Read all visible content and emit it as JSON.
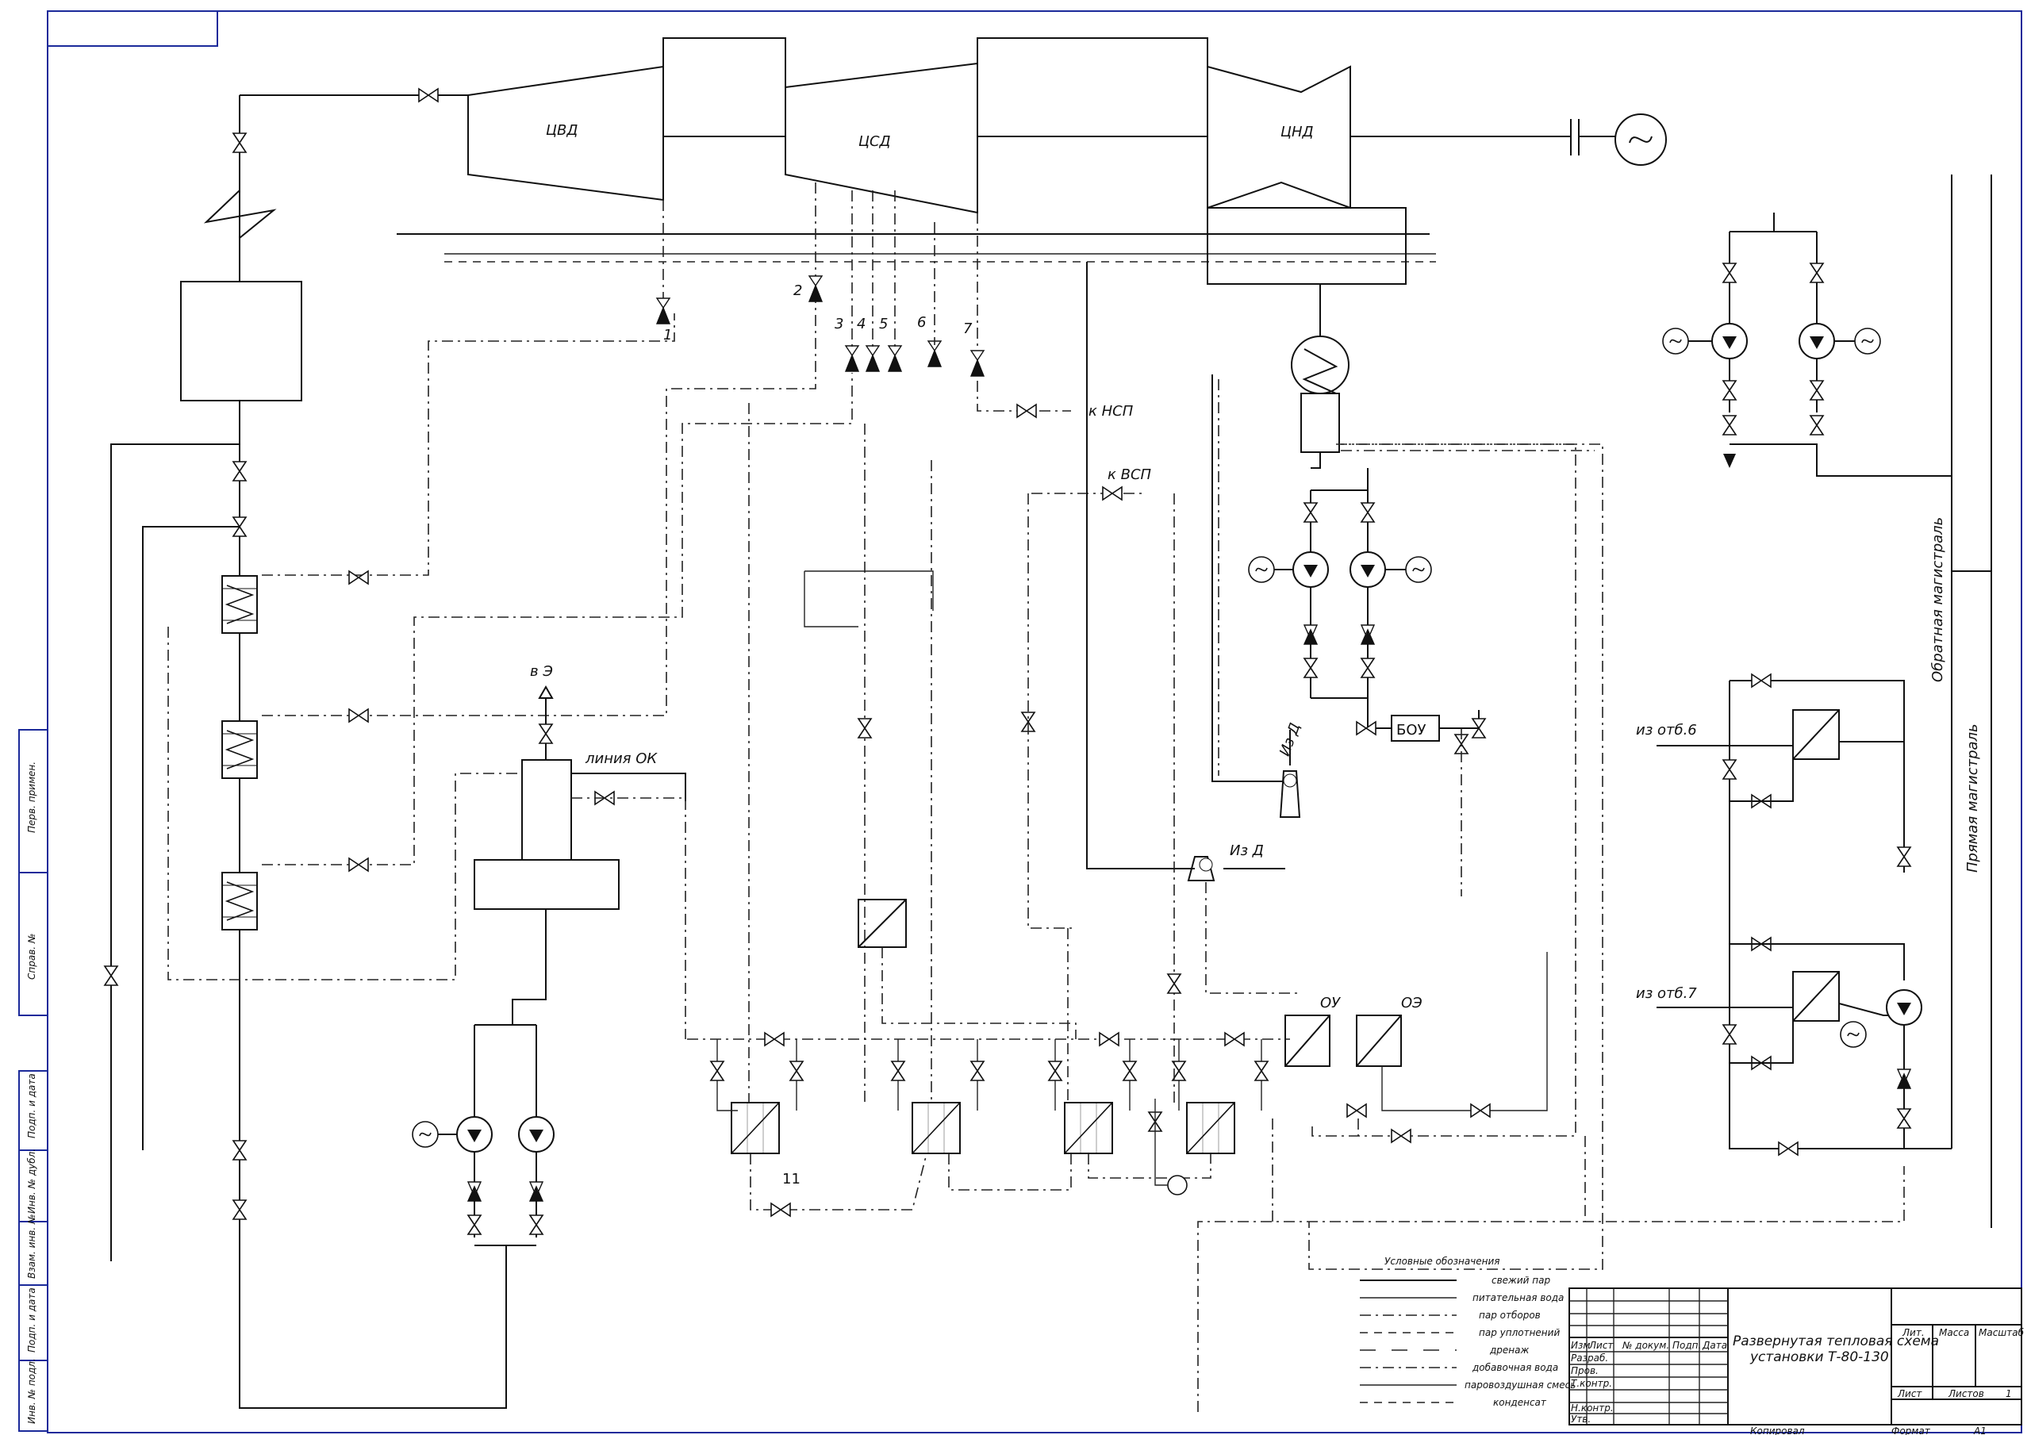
{
  "components": {
    "hpc": "ЦВД",
    "ipc": "ЦСД",
    "lpc": "ЦНД",
    "chemical_treatment": "БОУ",
    "line_ok": "линия ОК",
    "to_e": "в Э",
    "to_nsp": "к НСП",
    "to_vsp": "к ВСП",
    "from_d_1": "Из Д",
    "from_d_2": "Из Д",
    "ou": "ОУ",
    "oe": "ОЭ",
    "from_extr_6": "из отб.6",
    "from_extr_7": "из отб.7",
    "return_main": "Обратная магистраль",
    "supply_main": "Прямая магистраль",
    "pos_11": "11"
  },
  "extractions": [
    "1",
    "2",
    "3",
    "4",
    "5",
    "6",
    "7"
  ],
  "legend": {
    "title": "Условные обозначения",
    "items": [
      "свежий пар",
      "питательная вода",
      "пар отборов",
      "пар уплотнений",
      "дренаж",
      "добавочная вода",
      "паровоздушная смесь",
      "конденсат"
    ]
  },
  "title_block": {
    "title_line1": "Развернутая тепловая схема",
    "title_line2": "установки Т-80-130",
    "col_headers": [
      "Изм",
      "Лист",
      "№ докум.",
      "Подп.",
      "Дата"
    ],
    "roles": [
      "Разраб.",
      "Пров.",
      "Т.контр.",
      "Н.контр.",
      "Утв."
    ],
    "lit": "Лит.",
    "mass": "Масса",
    "scale": "Масштаб",
    "sheet": "Лист",
    "sheets": "Листов",
    "sheets_count": "1",
    "copied": "Копировал",
    "format": "Формат",
    "format_value": "А1"
  },
  "side_stamp": [
    "Перв. примен.",
    "Справ. №",
    "Подп. и дата",
    "Инв. № дубл.",
    "Взам. инв. №",
    "Подп. и дата",
    "Инв. № подл."
  ]
}
